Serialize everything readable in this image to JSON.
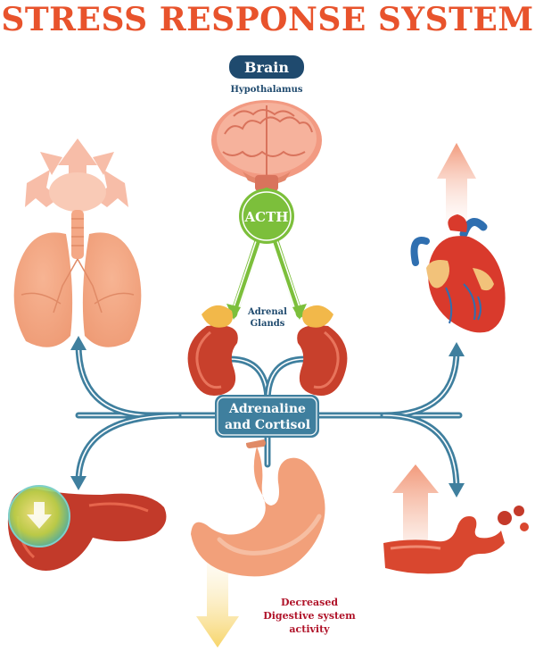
{
  "title": "STRESS RESPONSE SYSTEM",
  "nodes": {
    "brain": "Brain",
    "hypothalamus": "Hypothalamus",
    "acth": "ACTH",
    "adrenal_line1": "Adrenal",
    "adrenal_line2": "Glands",
    "hormones_line1": "Adrenaline",
    "hormones_line2": "and Cortisol",
    "digestive_line1": "Decreased",
    "digestive_line2": "Digestive system",
    "digestive_line3": "activity"
  },
  "colors": {
    "title": "#e8532c",
    "pathway": "#3f7f9e",
    "pathway_dark": "#1f4a6e",
    "acth_green": "#7cbf3b",
    "organ_orange": "#f2a07a",
    "kidney_red": "#c8402c",
    "liver_red": "#c23a2a",
    "heart_red": "#d93a2c",
    "vessel_blue": "#2f6fb0",
    "arrow_up": "#f5b59a",
    "arrow_down": "#f7e08a",
    "digestive_text": "#b0142a"
  }
}
